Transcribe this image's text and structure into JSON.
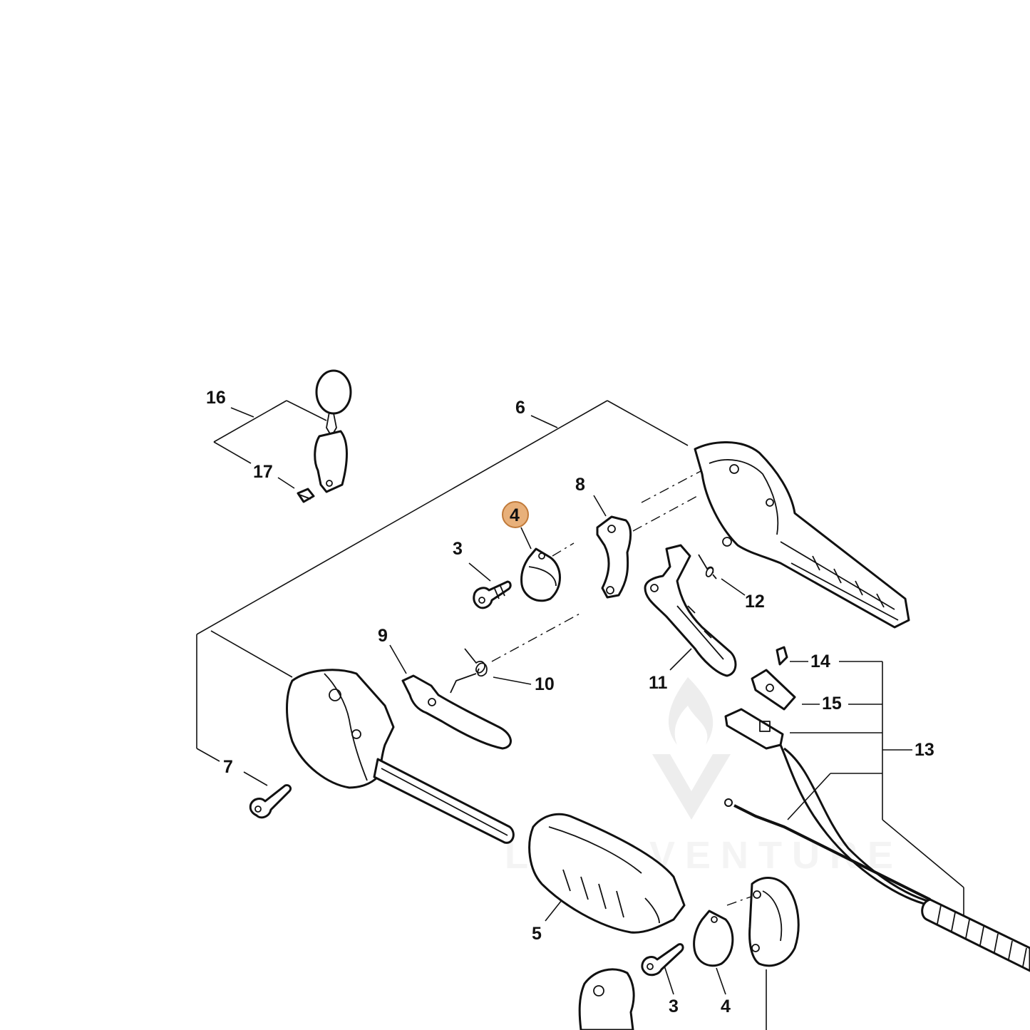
{
  "watermark": {
    "text": "LEADVENTURE"
  },
  "highlight_color": "#e8b07a",
  "labels": {
    "l16": "16",
    "l17": "17",
    "l6": "6",
    "l8": "8",
    "l4": "4",
    "l3": "3",
    "l12": "12",
    "l9": "9",
    "l10": "10",
    "l11": "11",
    "l14": "14",
    "l15": "15",
    "l13": "13",
    "l7": "7",
    "l5": "5",
    "l3b": "3",
    "l4b": "4"
  }
}
